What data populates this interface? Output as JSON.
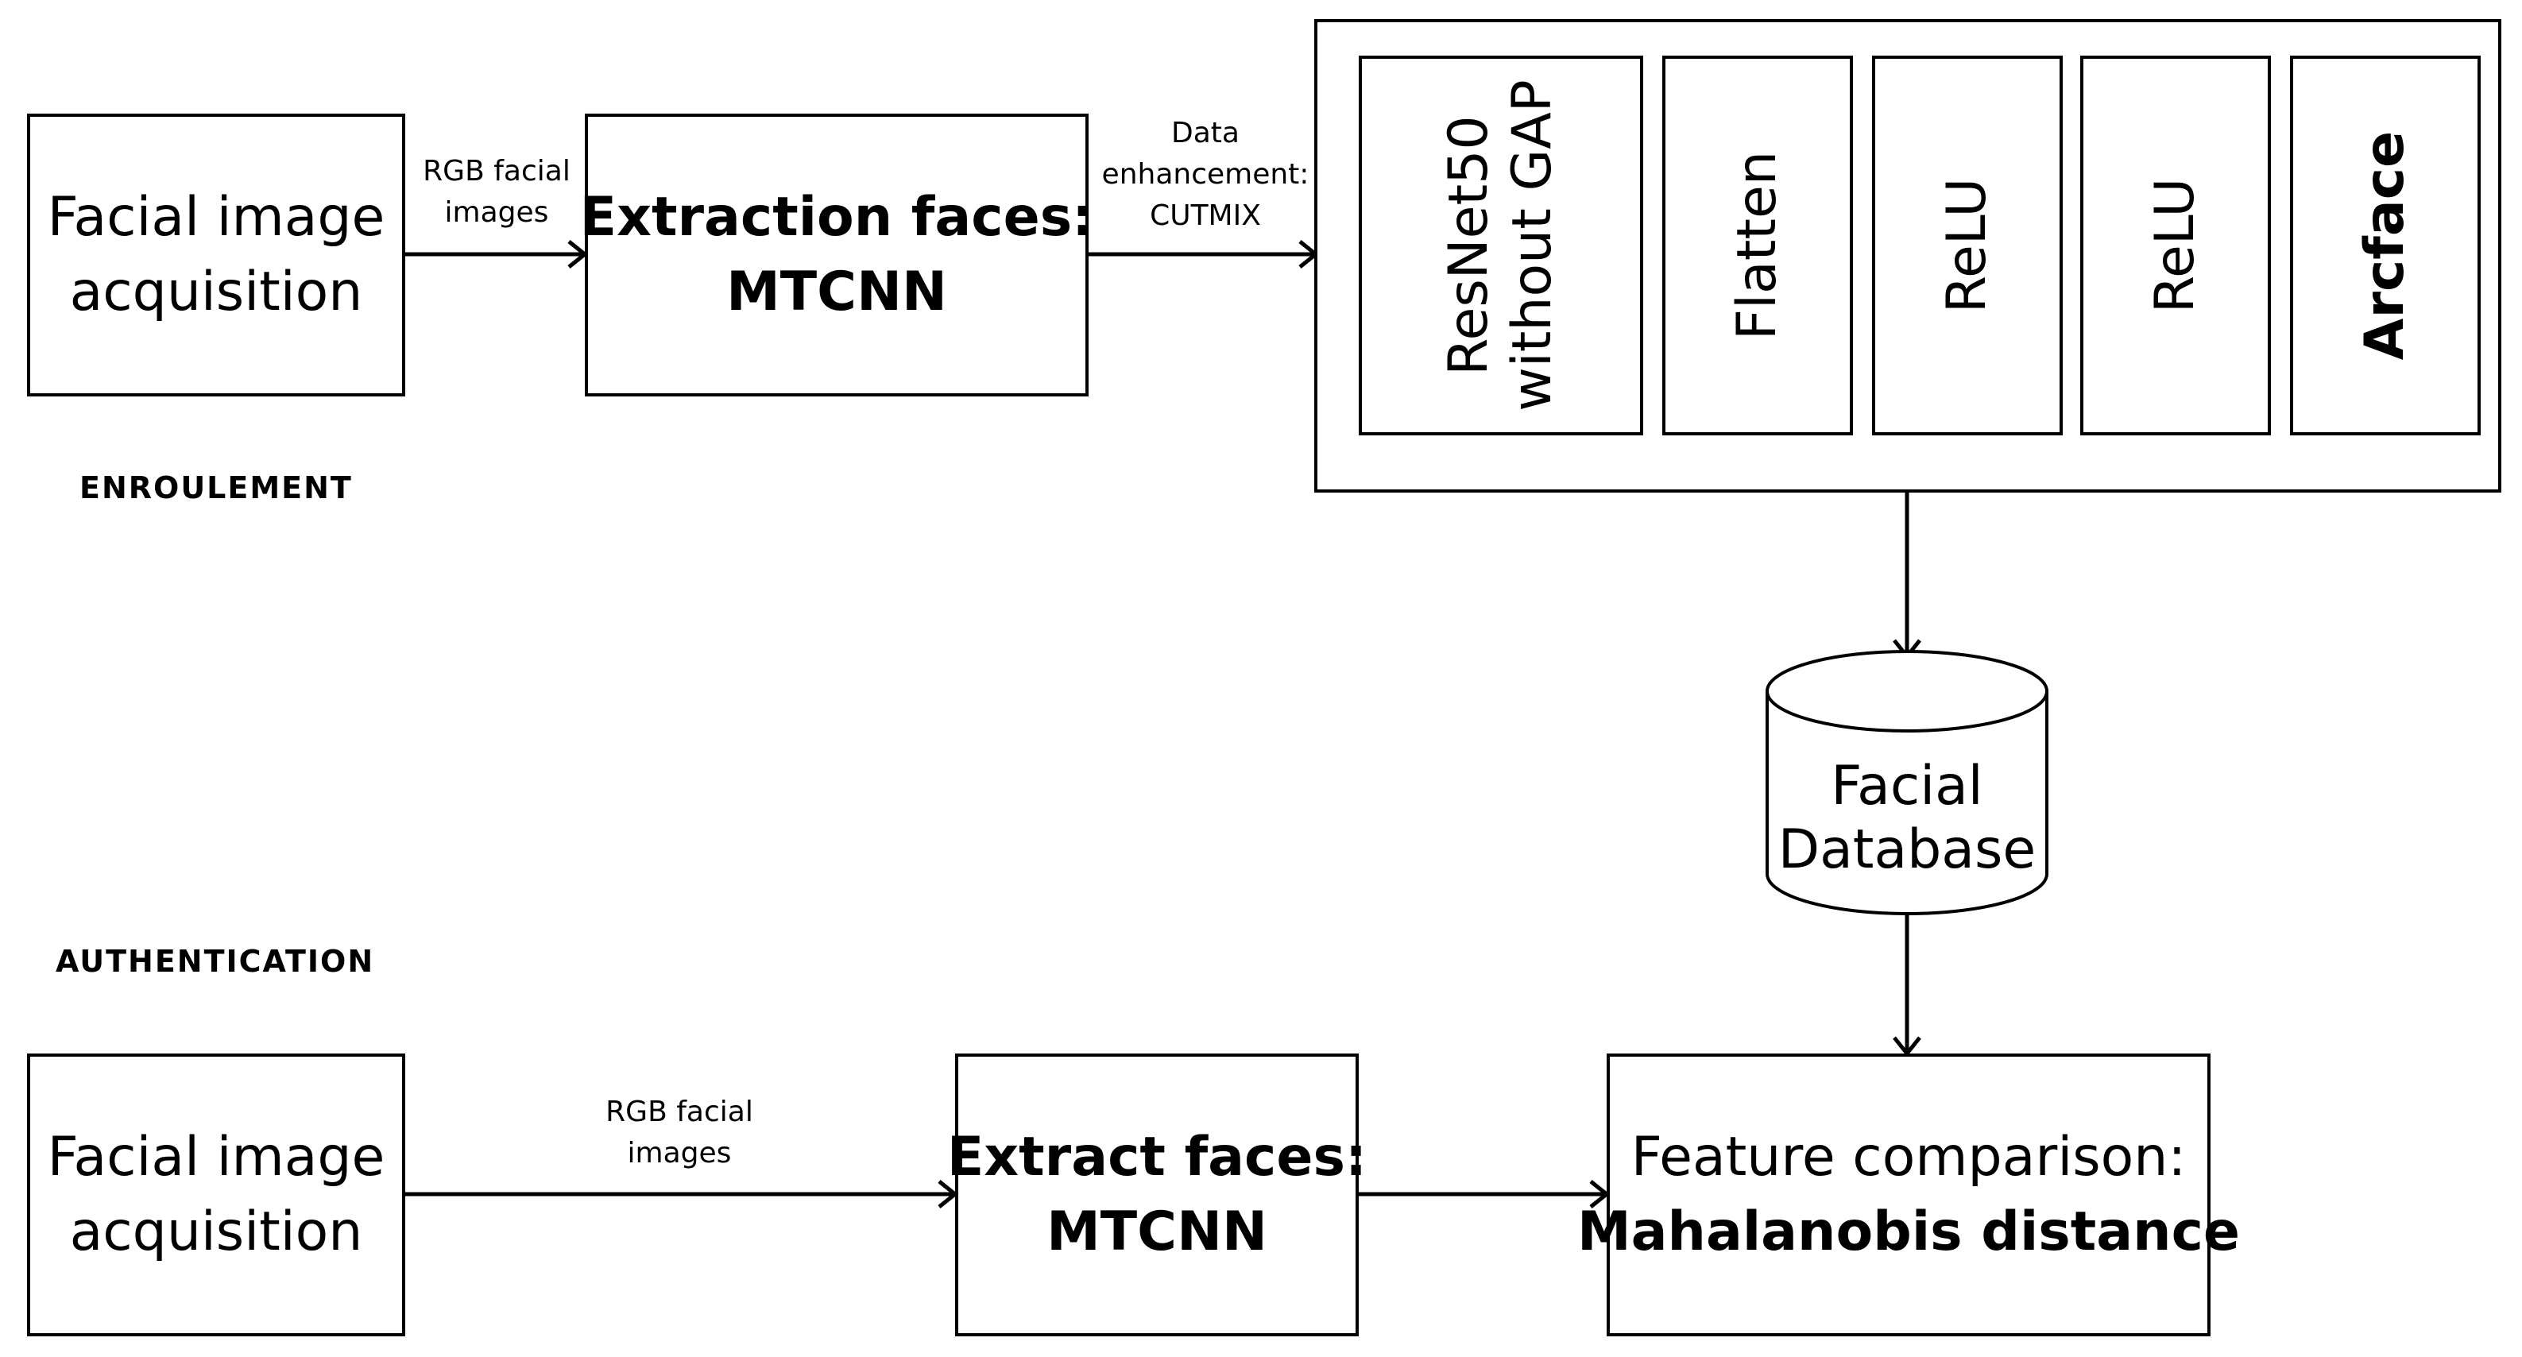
{
  "enrolment": {
    "section_label": "ENROULEMENT",
    "acquisition": {
      "line1": "Facial image",
      "line2": "acquisition"
    },
    "arrow1_label": {
      "line1": "RGB facial",
      "line2": "images"
    },
    "extraction": {
      "line1": "Extraction faces:",
      "line2": "MTCNN"
    },
    "arrow2_label": {
      "line1": "Data",
      "line2": "enhancement:",
      "line3": "CUTMIX"
    },
    "network_layers": [
      {
        "line1": "ResNet50",
        "line2": "without GAP"
      },
      {
        "line1": "Flatten"
      },
      {
        "line1": "ReLU"
      },
      {
        "line1": "ReLU"
      },
      {
        "line1": "Arcface"
      }
    ]
  },
  "database": {
    "line1": "Facial",
    "line2": "Database"
  },
  "authentication": {
    "section_label": "AUTHENTICATION",
    "acquisition": {
      "line1": "Facial image",
      "line2": "acquisition"
    },
    "arrow_label": {
      "line1": "RGB facial",
      "line2": "images"
    },
    "extraction": {
      "line1": "Extract faces:",
      "line2": "MTCNN"
    },
    "comparison": {
      "line1": "Feature comparison:",
      "line2": "Mahalanobis distance"
    }
  }
}
